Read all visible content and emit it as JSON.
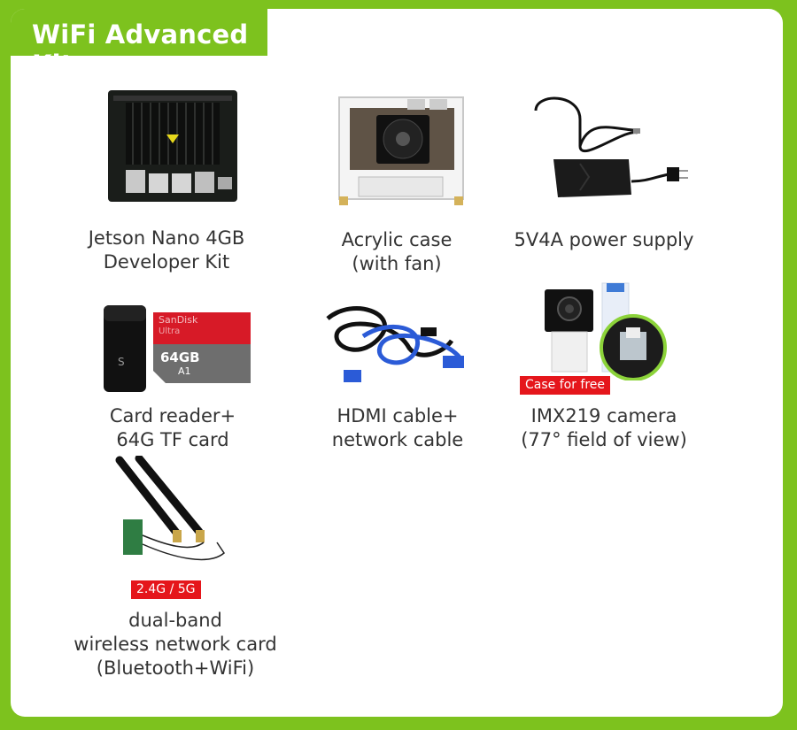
{
  "header": {
    "title": "WiFi Advanced Kit"
  },
  "items": [
    {
      "lines": [
        "Jetson Nano 4GB",
        "Developer Kit"
      ],
      "icon": "jetson-board-icon"
    },
    {
      "lines": [
        "Acrylic case",
        "(with fan)"
      ],
      "icon": "acrylic-case-icon"
    },
    {
      "lines": [
        "5V4A power supply"
      ],
      "icon": "power-supply-icon"
    },
    {
      "lines": [
        "Card reader+",
        "64G TF card"
      ],
      "icon": "card-reader-icon",
      "card_text": {
        "brand": "SanDisk",
        "sub": "Ultra",
        "size": "64GB",
        "class": "A1"
      }
    },
    {
      "lines": [
        "HDMI cable+",
        "network cable"
      ],
      "icon": "cables-icon"
    },
    {
      "lines": [
        "IMX219 camera",
        "(77° field of view)"
      ],
      "icon": "camera-icon",
      "badge": "Case for free"
    },
    {
      "lines": [
        "dual-band",
        "wireless network card",
        "(Bluetooth+WiFi)"
      ],
      "icon": "wifi-card-icon",
      "badge": "2.4G / 5G"
    }
  ],
  "colors": {
    "accent": "#7dc21e",
    "badge": "#e5161b",
    "text": "#333333"
  }
}
